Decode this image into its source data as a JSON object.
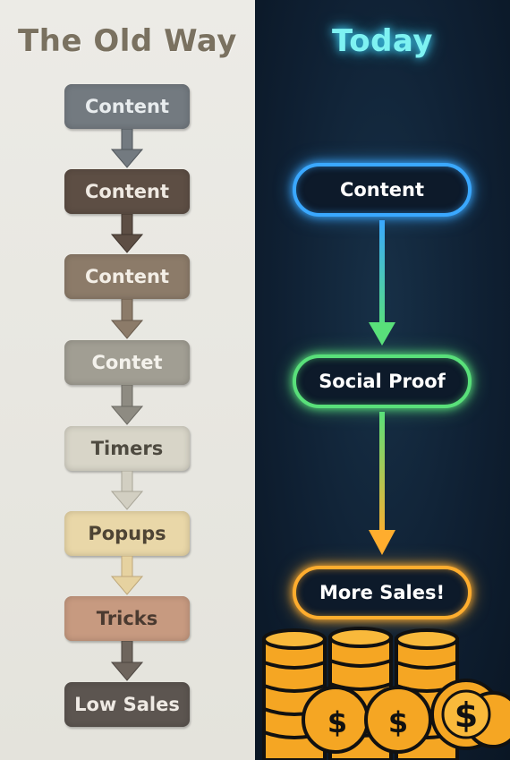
{
  "old_way": {
    "title": "The Old Way",
    "steps": [
      {
        "label": "Content",
        "bg": "#737a80",
        "fg": "#e8ecee"
      },
      {
        "label": "Content",
        "bg": "#5d4e44",
        "fg": "#efe9e2"
      },
      {
        "label": "Content",
        "bg": "#8c7b69",
        "fg": "#f3eee6"
      },
      {
        "label": "Contet",
        "bg": "#a19e93",
        "fg": "#f4f2ec"
      },
      {
        "label": "Timers",
        "bg": "#d8d5c8",
        "fg": "#4e4a40"
      },
      {
        "label": "Popups",
        "bg": "#e9d7a8",
        "fg": "#4e4434"
      },
      {
        "label": "Tricks",
        "bg": "#c79a80",
        "fg": "#4a3a30"
      },
      {
        "label": "Low Sales",
        "bg": "#5c5550",
        "fg": "#efeae4"
      }
    ]
  },
  "today": {
    "title": "Today",
    "steps": [
      {
        "label": "Content",
        "color": "#3aa8ff"
      },
      {
        "label": "Social Proof",
        "color": "#59e07a"
      },
      {
        "label": "More Sales!",
        "color": "#ffad2e"
      }
    ]
  },
  "icons": {
    "coins": "coin-stack-icon",
    "dollar": "dollar-icon"
  }
}
